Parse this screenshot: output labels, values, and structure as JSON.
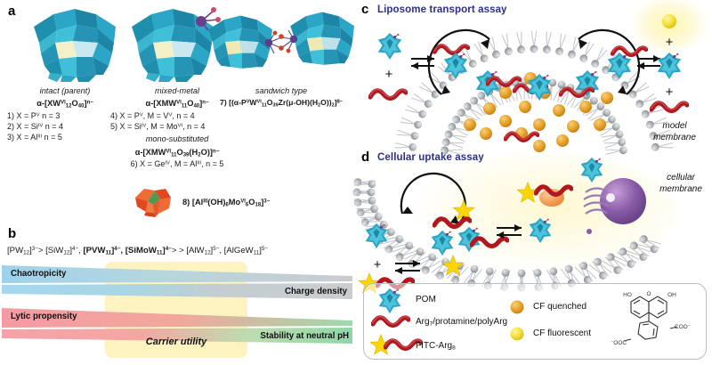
{
  "panel_a": {
    "letter": "a",
    "columns": [
      {
        "heading": "intact (parent)",
        "formula_html": "α-[XW<sup>VI</sup><sub>12</sub>O<sub>40</sub>]<sup>n−</sup>",
        "items": [
          "1) X = P<sup>V</sup> n = 3",
          "2) X = Si<sup>IV</sup> n = 4",
          "3) X = Al<sup>III</sup> n = 5"
        ]
      },
      {
        "heading": "mixed-metal",
        "formula_html": "α-[XMW<sup>VI</sup><sub>11</sub>O<sub>40</sub>]<sup>n−</sup>",
        "items": [
          "4) X = P<sup>V</sup>, M = V<sup>V</sup>, n = 4",
          "5) X = Si<sup>IV</sup>, M = Mo<sup>VI</sup>, n = 4"
        ],
        "sub_heading": "mono-substituted",
        "sub_formula_html": "α-[XMW<sup>VI</sup><sub>11</sub>O<sub>39</sub>(H<sub>2</sub>O)]<sup>n−</sup>",
        "sub_items": [
          "6) X = Ge<sup>IV</sup>, M = Al<sup>III</sup>, n = 5"
        ]
      },
      {
        "heading": "sandwich type",
        "formula_html": "7) [(α-P<sup>V</sup>W<sup>VI</sup><sub>11</sub>O<sub>39</sub>Zr(μ-OH)(H<sub>2</sub>O))<sub>2</sub>]<sup>8−</sup>"
      }
    ],
    "anderson_formula_html": "8) [Al<sup>III</sup>(OH)<sub>6</sub>Mo<sup>VI</sup><sub>6</sub>O<sub>18</sub>]<sup>3−</sup>"
  },
  "panel_b": {
    "letter": "b",
    "series_html": "[PW<sub>12</sub>]<sup>3−</sup>&gt; [SiW<sub>12</sub>]<sup>4−</sup>, <b>[PVW<sub>11</sub>]<sup>4−</sup>, [SiMoW<sub>11</sub>]<sup>4−</sup></b>&gt; &gt; [AlW<sub>12</sub>]<sup>5−</sup>, [AlGeW<sub>11</sub>]<sup>5−</sup>",
    "carrier_label": "Carrier utility",
    "bar1_left_label": "Chaotropicity",
    "bar1_right_label": "Charge density",
    "bar2_left_label": "Lytic propensity",
    "bar2_right_label": "Stability at neutral pH",
    "colors": {
      "chaotropicity": "#a8d8ef",
      "charge_density": "#c8cacc",
      "lytic": "#f4a0a8",
      "stability": "#8fd6a8",
      "carrier_highlight": "#fcf3c0"
    }
  },
  "panel_c": {
    "letter": "c",
    "title": "Liposome transport assay",
    "side_label_line1": "model",
    "side_label_line2": "membrane",
    "plus_sign": "+"
  },
  "panel_d": {
    "letter": "d",
    "title": "Cellular uptake assay",
    "side_label_line1": "cellular",
    "side_label_line2": "membrane",
    "plus_sign": "+"
  },
  "legend": {
    "pom": "POM",
    "peptides_html": "Arg<sub>7</sub>/protamine/polyArg",
    "fitc_html": "FITC-Arg<sub>8</sub>",
    "cf_quenched": "CF quenched",
    "cf_fluorescent": "CF fluorescent",
    "structure_labels": {
      "ho": "HO",
      "oh": "OH",
      "o": "O",
      "coo_right": "COO",
      "coo_left": "OOC",
      "minus": "−"
    }
  },
  "colors": {
    "pom_teal": "#29a8c9",
    "pom_teal_dark": "#1b7f9e",
    "peptide_red": "#b01820",
    "cf_orange": "#e8a32b",
    "cf_yellow": "#f2e03a",
    "fitc_yellow": "#fbd504",
    "membrane_grey": "#b8bcc0",
    "title_blue": "#2b2f86",
    "anderson_orange": "#e8572a"
  }
}
